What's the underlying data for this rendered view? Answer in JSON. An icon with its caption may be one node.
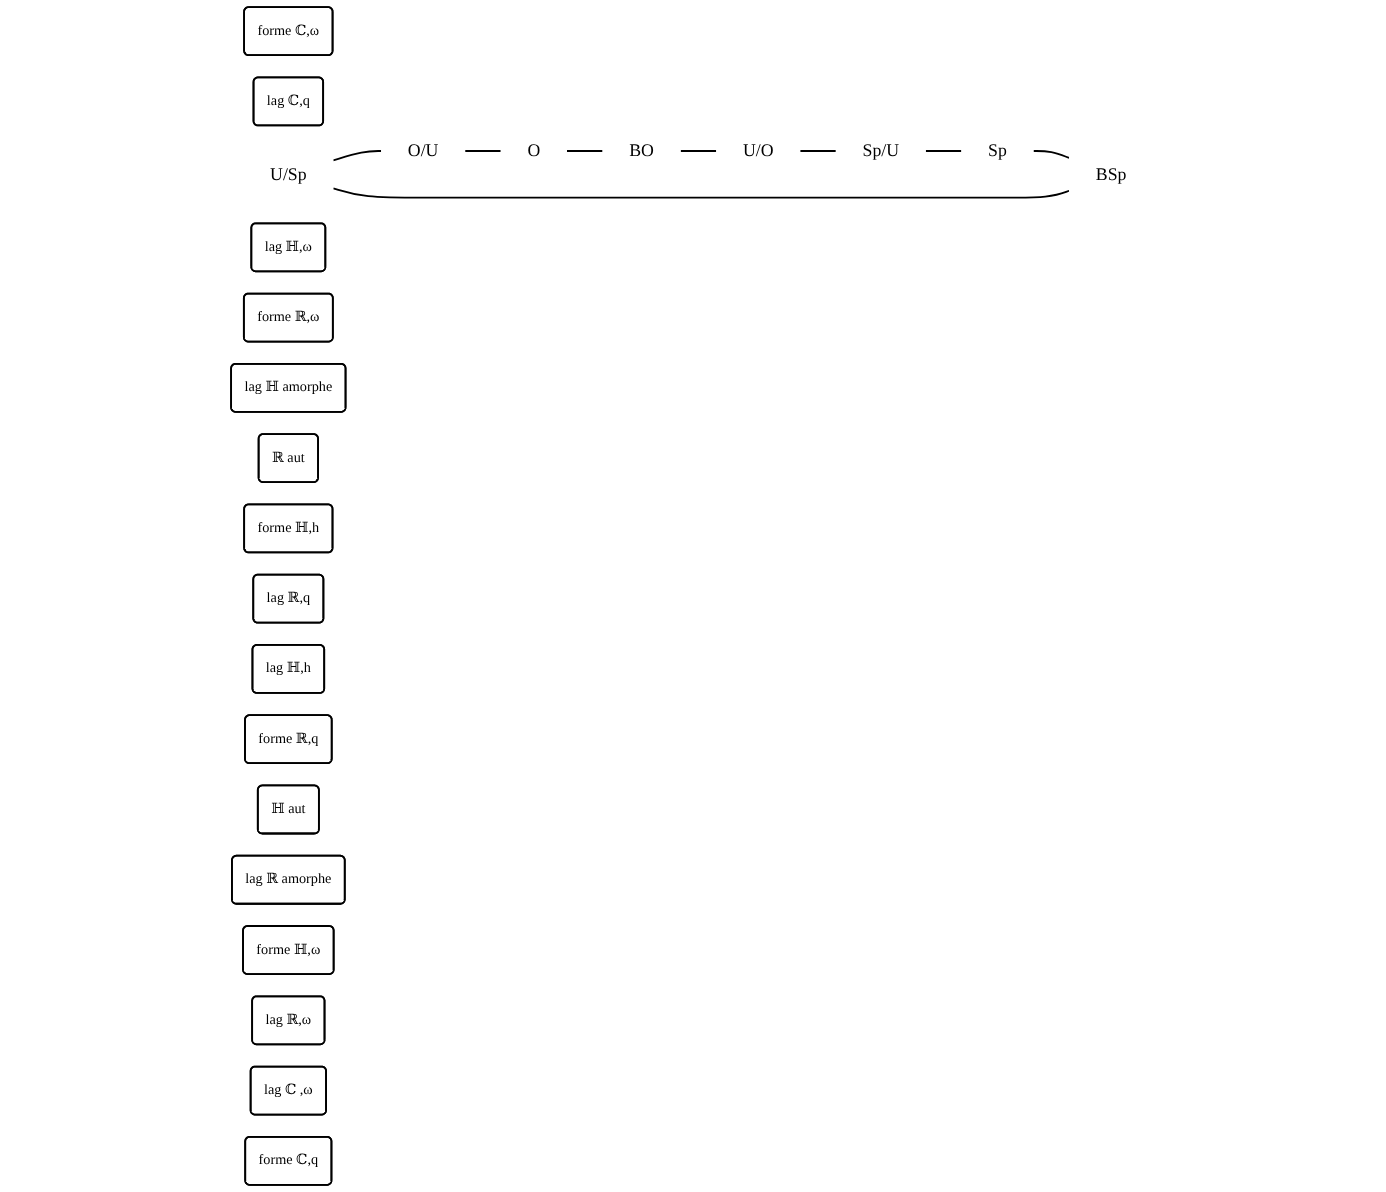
{
  "diagram": {
    "nodes": [
      {
        "text": [
          "forme ℂ,ω"
        ]
      },
      {
        "text": [
          "lag ℂ,q"
        ]
      },
      {
        "text": [
          "U/Sp"
        ]
      },
      {
        "text": [
          "O/U"
        ]
      },
      {
        "text": [
          "lag ℍ,ω"
        ]
      },
      {
        "text": [
          "forme ℝ,ω"
        ]
      },
      {
        "text": [
          "lag ℍ amorphe"
        ]
      },
      {
        "text": [
          "ℝ aut"
        ]
      },
      {
        "text": [
          "BSp"
        ]
      },
      {
        "text": [
          "forme ℍ,h"
        ]
      },
      {
        "text": [
          "lag ℝ,q"
        ]
      },
      {
        "text": [
          "O"
        ]
      },
      {
        "text": [
          "lag ℍ,h"
        ]
      },
      {
        "text": [
          "Sp"
        ]
      },
      {
        "text": [
          "forme ℝ,q"
        ]
      },
      {
        "text": [
          "BO"
        ]
      },
      {
        "text": [
          "ℍ aut"
        ]
      },
      {
        "text": [
          "lag ℝ amorphe"
        ]
      },
      {
        "text": [
          "forme ℍ,ω"
        ]
      },
      {
        "text": [
          "lag ℝ,ω"
        ]
      },
      {
        "text": [
          "Sp/U"
        ]
      },
      {
        "text": [
          "U/O"
        ]
      },
      {
        "text": [
          "lag ℂ ,ω"
        ]
      },
      {
        "text": [
          "forme ℂ,q"
        ]
      }
    ],
    "edges": [
      {
        "from": 2,
        "to": 3,
        "arrow": "none"
      },
      {
        "from": 3,
        "to": 11,
        "arrow": "none"
      },
      {
        "from": 11,
        "to": 15,
        "arrow": "none"
      },
      {
        "from": 15,
        "to": 21,
        "arrow": "none"
      },
      {
        "from": 21,
        "to": 20,
        "arrow": "none"
      },
      {
        "from": 20,
        "to": 13,
        "arrow": "none"
      },
      {
        "from": 13,
        "to": 8,
        "arrow": "none"
      },
      {
        "from": 8,
        "to": 2,
        "arrow": "none"
      }
    ]
  }
}
